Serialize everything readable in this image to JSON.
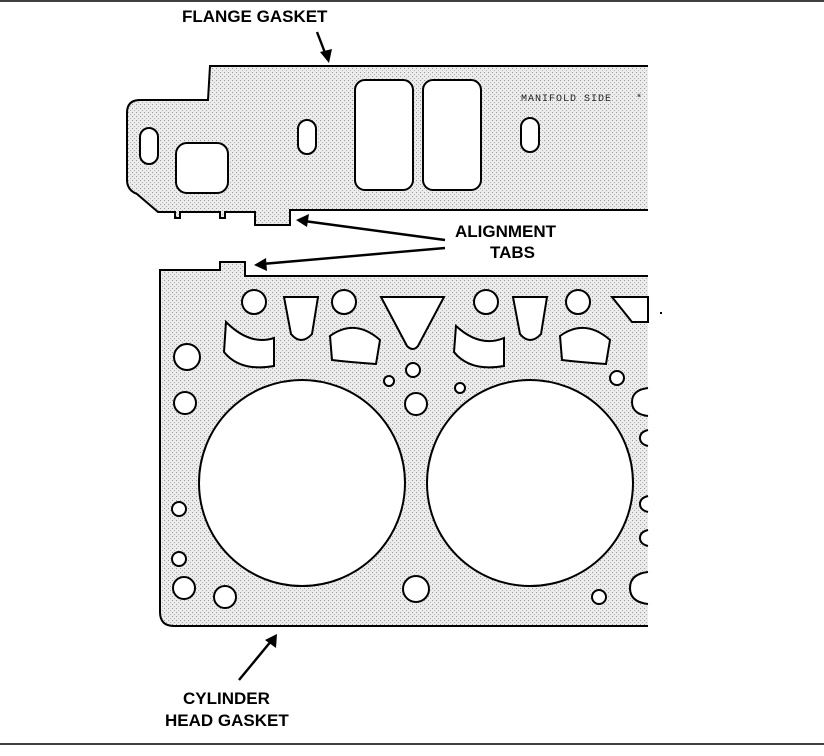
{
  "labels": {
    "flange_gasket": "FLANGE GASKET",
    "alignment_tabs_line1": "ALIGNMENT",
    "alignment_tabs_line2": "TABS",
    "cylinder_head_line1": "CYLINDER",
    "cylinder_head_line2": "HEAD GASKET",
    "manifold_side": "MANIFOLD SIDE"
  },
  "colors": {
    "line": "#000000",
    "fill_stipple": "#e9e9e9",
    "background": "#ffffff"
  }
}
